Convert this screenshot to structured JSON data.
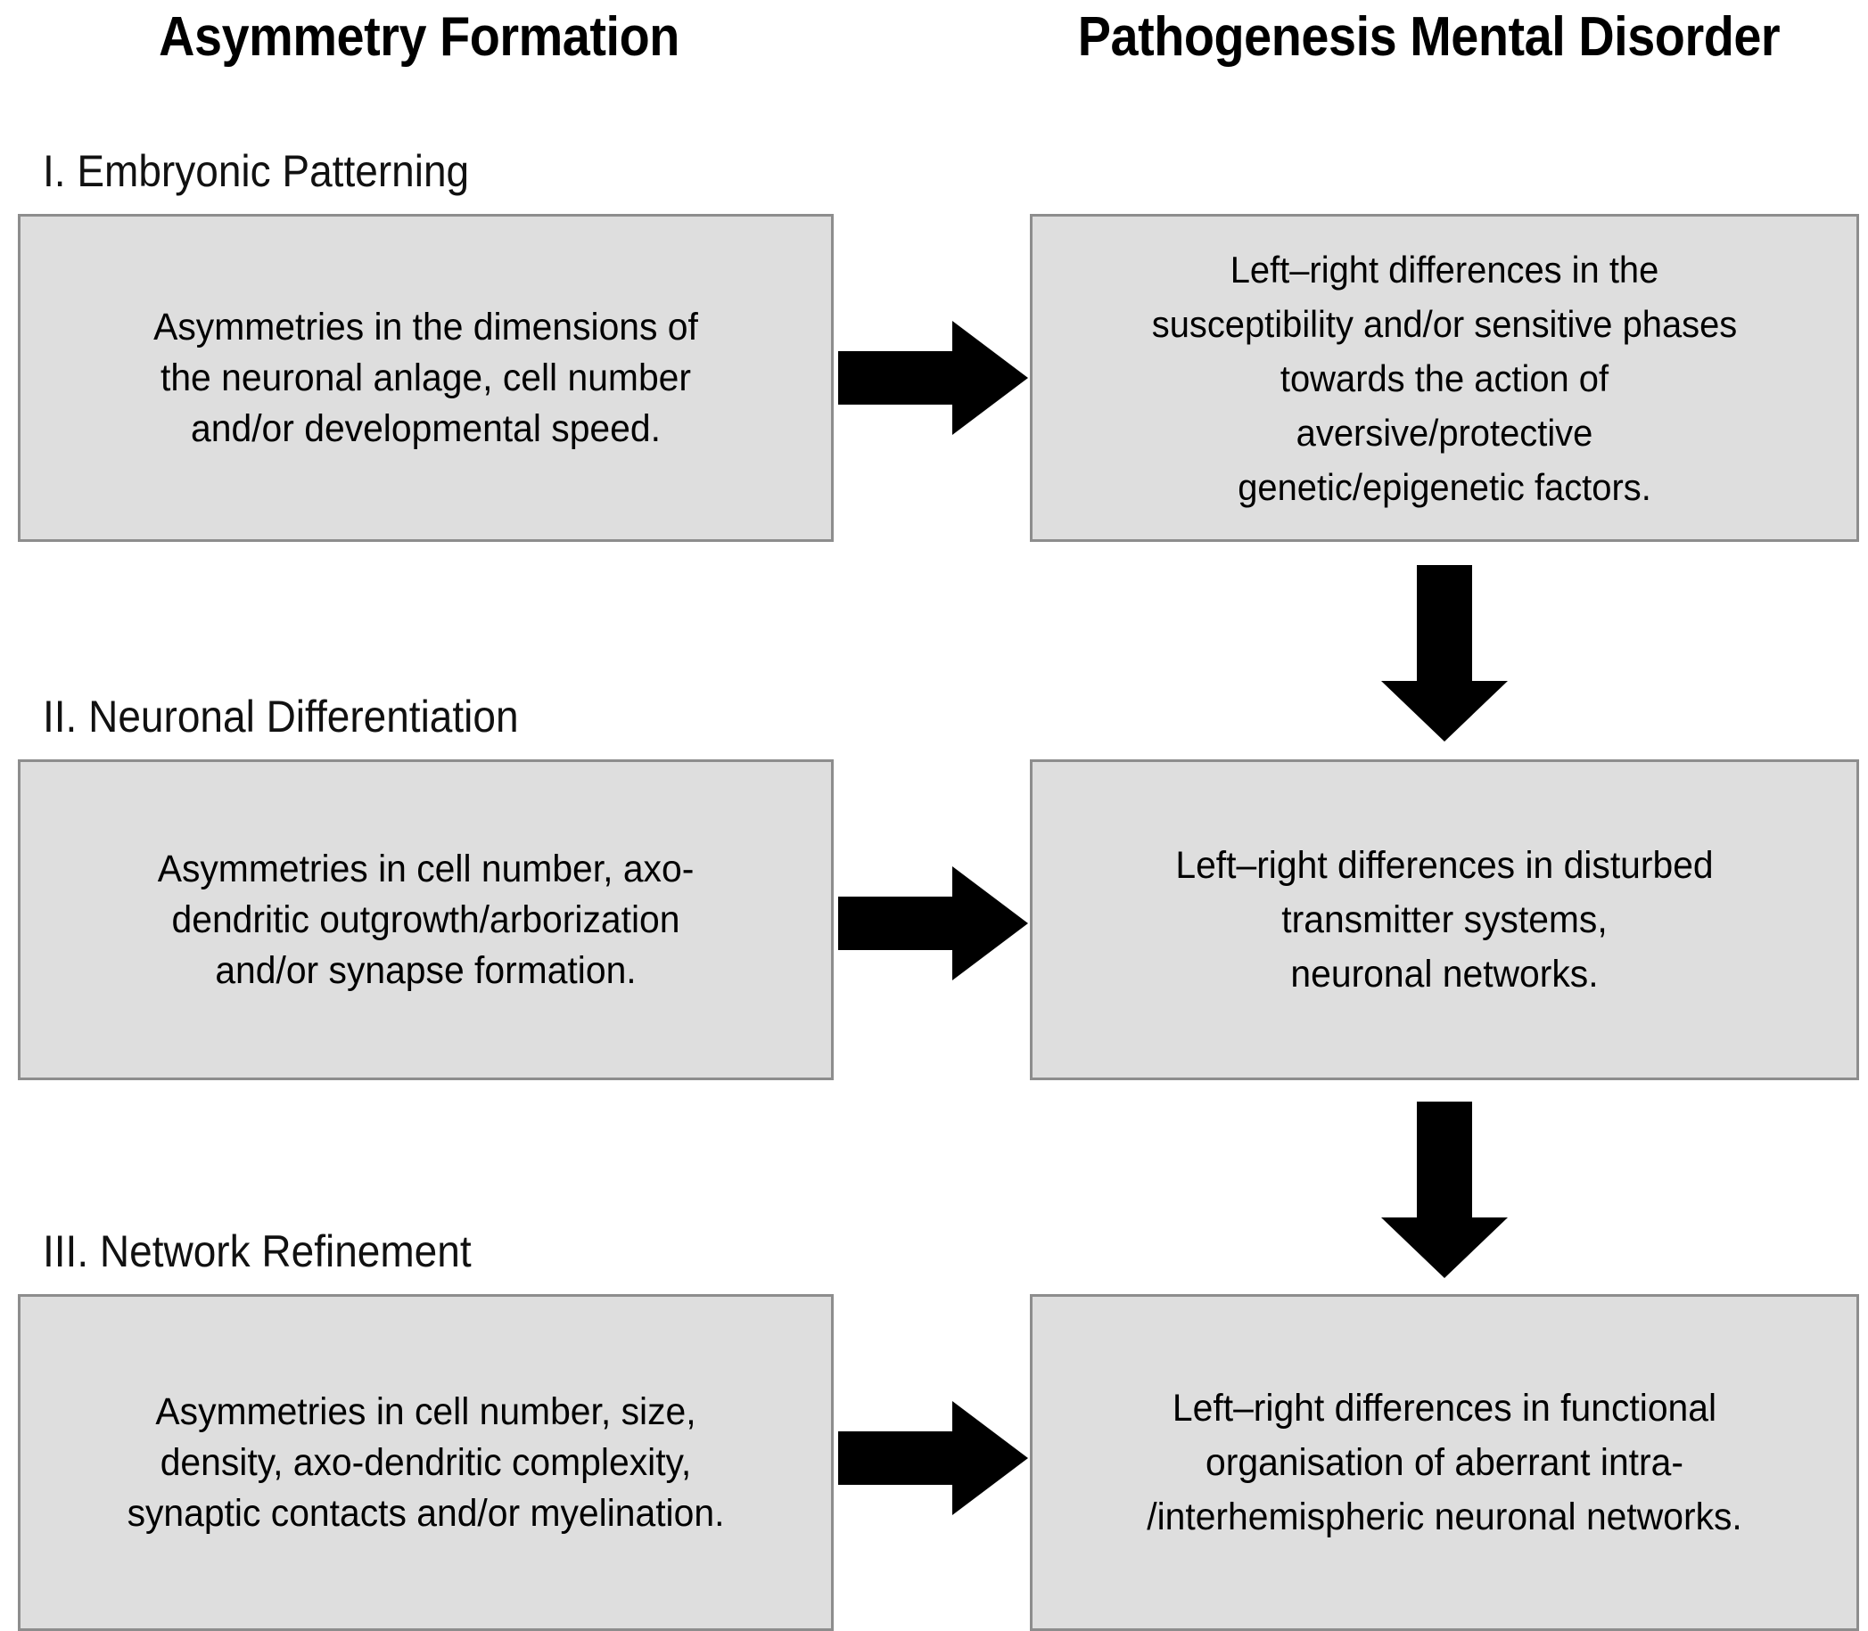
{
  "columns": {
    "left_title": "Asymmetry Formation",
    "right_title": "Pathogenesis Mental Disorder"
  },
  "sections": [
    {
      "heading": "I. Embryonic Patterning"
    },
    {
      "heading": "II. Neuronal Differentiation"
    },
    {
      "heading": "III.  Network Refinement"
    }
  ],
  "left_boxes": [
    {
      "text": "Asymmetries in the dimensions of\nthe neuronal anlage, cell number\nand/or developmental speed."
    },
    {
      "text": "Asymmetries in cell number, axo-\ndendritic outgrowth/arborization\nand/or synapse formation."
    },
    {
      "text": "Asymmetries in cell number, size,\ndensity, axo-dendritic complexity,\nsynaptic contacts and/or myelination."
    }
  ],
  "right_boxes": [
    {
      "text": "Left–right differences in the\nsusceptibility and/or sensitive phases\ntowards the action of\naversive/protective\ngenetic/epigenetic factors."
    },
    {
      "text": "Left–right differences in disturbed\ntransmitter systems,\nneuronal networks."
    },
    {
      "text": "Left–right differences in functional\norganisation of aberrant intra-\n/interhemispheric neuronal networks."
    }
  ],
  "arrows": {
    "horizontal": [
      {
        "name": "arrow-right-stage-1"
      },
      {
        "name": "arrow-right-stage-2"
      },
      {
        "name": "arrow-right-stage-3"
      }
    ],
    "vertical": [
      {
        "name": "arrow-down-stage-1-to-2"
      },
      {
        "name": "arrow-down-stage-2-to-3"
      }
    ]
  },
  "colors": {
    "box_fill": "#dedede",
    "box_border": "#8d8d8d",
    "arrow": "#000000",
    "text": "#000000",
    "background": "#ffffff"
  }
}
